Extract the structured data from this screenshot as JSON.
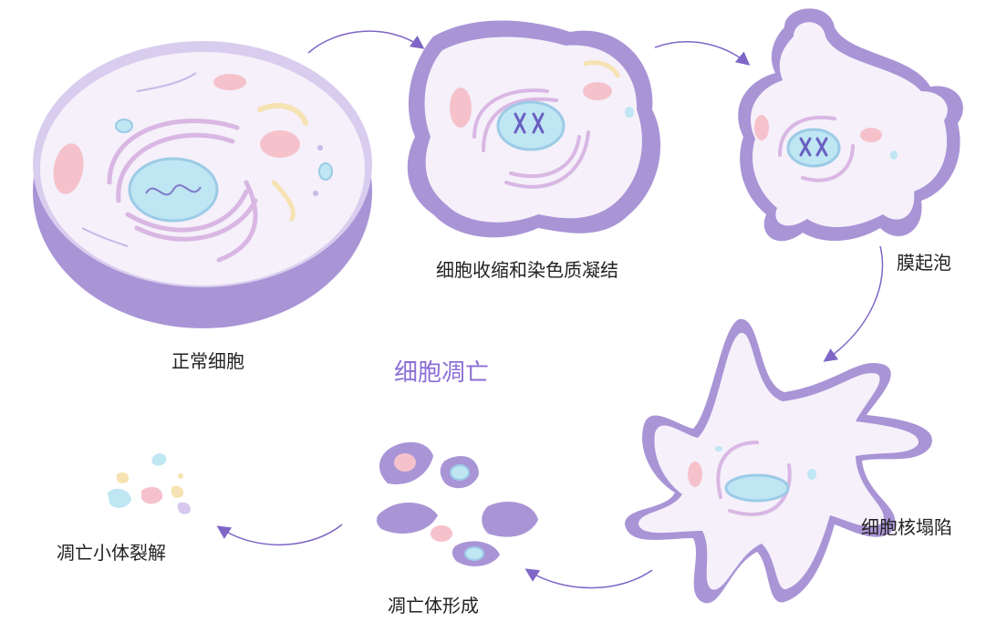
{
  "diagram": {
    "title": "细胞凋亡",
    "stages": [
      {
        "id": "normal",
        "label": "正常细胞"
      },
      {
        "id": "shrink",
        "label": "细胞收缩和染色质凝结"
      },
      {
        "id": "bleb",
        "label": "膜起泡"
      },
      {
        "id": "collapse",
        "label": "细胞核塌陷"
      },
      {
        "id": "bodies",
        "label": "凋亡体形成"
      },
      {
        "id": "lysis",
        "label": "凋亡小体裂解"
      }
    ],
    "colors": {
      "membrane": "#b3a1da",
      "membrane_dark": "#a28bd3",
      "cytoplasm": "#f3eef9",
      "nucleus": "#bfe6f3",
      "nucleus_edge": "#9ccbe6",
      "golgi": "#d9b7e3",
      "mito": "#f5c2cc",
      "accent": "#8b6fd6",
      "arrow": "#7f66c6"
    }
  }
}
